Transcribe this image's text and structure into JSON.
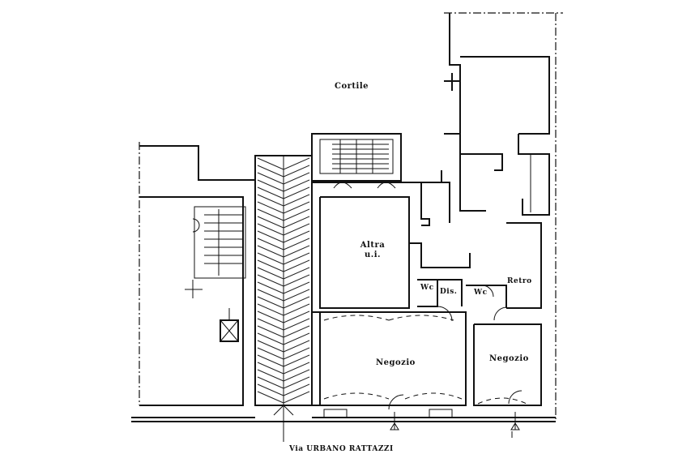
{
  "labels": {
    "cortile": "Cortile",
    "altra_line1": "Altra",
    "altra_line2": "u.i.",
    "wc1": "Wc",
    "dis": "Dis.",
    "wc2": "Wc",
    "retro": "Retro",
    "negozio1": "Negozio",
    "negozio2": "Negozio",
    "street": "Via URBANO RATTAZZI"
  }
}
